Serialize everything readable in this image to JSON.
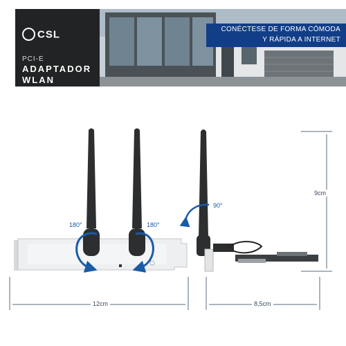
{
  "brand": {
    "logo": "CSL"
  },
  "product": {
    "line1": "PCI-E",
    "line2": "ADAPTADOR",
    "line3": "WLAN"
  },
  "tagline": {
    "line1": "CONÉCTESE DE FORMA CÓMODA",
    "line2": "Y RÁPIDA A INTERNET"
  },
  "annotations": {
    "rotation_left": "180°",
    "rotation_right": "180°",
    "tilt": "90°"
  },
  "dimensions": {
    "width": "12cm",
    "height": "9cm",
    "depth": "8,5cm"
  },
  "colors": {
    "banner_dark": "#222324",
    "tagline_blue": "#123e87",
    "arrow_blue": "#1a5ba6",
    "antenna": "#2c2e30"
  }
}
